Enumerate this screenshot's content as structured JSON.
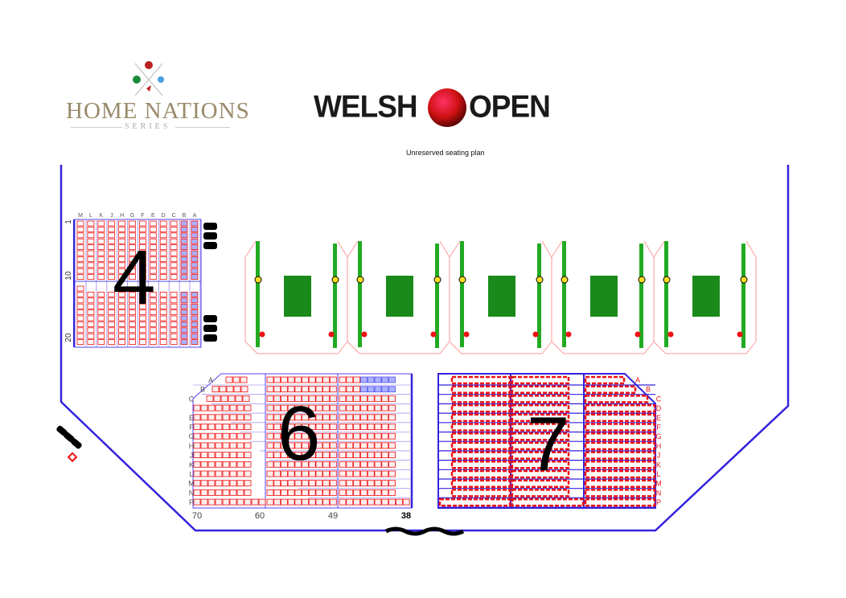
{
  "header": {
    "home_nations_title": "HOME NATIONS",
    "home_nations_series": "SERIES",
    "welsh_open_left": "WELSH",
    "welsh_open_right": "OPEN",
    "subtitle": "Unreserved seating plan"
  },
  "section_4": {
    "number": "4",
    "row_letters": [
      "M",
      "L",
      "K",
      "J",
      "H",
      "G",
      "F",
      "E",
      "D",
      "C",
      "B",
      "A"
    ],
    "seat_markers": [
      "1",
      "10",
      "20"
    ]
  },
  "section_6": {
    "number": "6",
    "row_labels": [
      "A",
      "B",
      "C",
      "",
      "E",
      "F",
      "G",
      "H",
      "J",
      "K",
      "L",
      "M",
      "N",
      "P"
    ],
    "seat_markers": [
      "70",
      "60",
      "49",
      "38"
    ]
  },
  "section_7": {
    "number": "7",
    "row_labels": [
      "A",
      "B",
      "C",
      "D",
      "E",
      "F",
      "G",
      "H",
      "J",
      "K",
      "L",
      "M",
      "N",
      "P"
    ]
  },
  "tables": {
    "count": 5
  },
  "colors": {
    "boundary": "#3322dd",
    "seat": "#ee1111",
    "table": "#1a8a1a",
    "cushion": "#22aa22"
  }
}
